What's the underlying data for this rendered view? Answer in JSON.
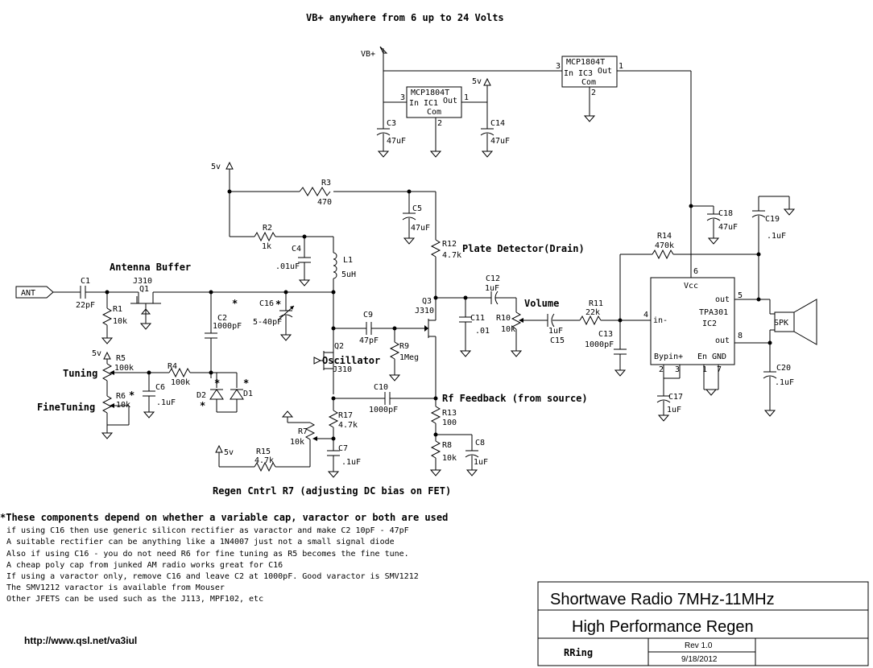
{
  "header": {
    "supply_note": "VB+ anywhere from 6 up to 24 Volts"
  },
  "power": {
    "vb_label": "VB+",
    "reg1": {
      "name": "MCP1804T",
      "pin_in": "3",
      "pin_out": "1",
      "pin_com": "2",
      "label_in": "In",
      "label_ic": "IC1",
      "label_out": "Out",
      "label_com": "Com"
    },
    "reg2": {
      "name": "MCP1804T",
      "pin_in": "3",
      "pin_out": "1",
      "pin_com": "2",
      "label_in": "In",
      "label_ic": "IC3",
      "label_out": "Out",
      "label_com": "Com"
    },
    "c3": "C3",
    "c3_val": "47uF",
    "c14": "C14",
    "c14_val": "47uF",
    "v5": "5v"
  },
  "components": {
    "r3": "R3",
    "r3_val": "470",
    "c5": "C5",
    "c5_val": "47uF",
    "r2": "R2",
    "r2_val": "1k",
    "c4": "C4",
    "c4_val": ".01uF",
    "l1": "L1",
    "l1_val": "5uH",
    "r12": "R12",
    "r12_val": "4.7k",
    "c18": "C18",
    "c18_val": "47uF",
    "c19": "C19",
    "c19_val": ".1uF",
    "r14": "R14",
    "r14_val": "470k",
    "ant": "ANT",
    "c1": "C1",
    "c1_val": "22pF",
    "q1": "Q1",
    "q1_type": "J310",
    "r1": "R1",
    "r1_val": "10k",
    "c2": "C2",
    "c2_val": "1000pF",
    "c16": "C16",
    "c16_val": "5-40pF",
    "c9": "C9",
    "c9_val": "47pF",
    "r9": "R9",
    "r9_val": "1Meg",
    "q2": "Q2",
    "q2_type": "J310",
    "q3": "Q3",
    "q3_type": "J310",
    "c12": "C12",
    "c12_val": "1uF",
    "c11": "C11",
    "c11_val": ".01",
    "r10": "R10",
    "r10_val": "10k",
    "c15": "C15",
    "c15_val": "1uF",
    "r11": "R11",
    "r11_val": "22k",
    "c13": "C13",
    "c13_val": "1000pF",
    "ic2": "IC2",
    "ic2_type": "TPA301",
    "ic2_vcc": "Vcc",
    "ic2_in": "in-",
    "ic2_out": "out",
    "ic2_bypin": "Bypin+",
    "ic2_en": "En",
    "ic2_gnd": "GND",
    "ic2_p6": "6",
    "ic2_p4": "4",
    "ic2_p5": "5",
    "ic2_p8": "8",
    "ic2_p2": "2",
    "ic2_p3": "3",
    "ic2_p1": "1",
    "ic2_p7": "7",
    "spk": "SPK",
    "c17": "C17",
    "c17_val": "1uF",
    "c20": "C20",
    "c20_val": ".1uF",
    "r5": "R5",
    "r5_val": "100k",
    "r4": "R4",
    "r4_val": "100k",
    "c6": "C6",
    "c6_val": ".1uF",
    "r6": "R6",
    "r6_val": "10k",
    "d2": "D2",
    "d1": "D1",
    "c10": "C10",
    "c10_val": "1000pF",
    "r13": "R13",
    "r13_val": "100",
    "r17": "R17",
    "r17_val": "4.7k",
    "r7": "R7",
    "r7_val": "10k",
    "c7": "C7",
    "c7_val": ".1uF",
    "r8": "R8",
    "r8_val": "10k",
    "c8": "C8",
    "c8_val": "1uF",
    "r15": "R15",
    "r15_val": "4.7k",
    "star": "*"
  },
  "labels": {
    "antenna_buffer": "Antenna Buffer",
    "plate_detector": "Plate Detector(Drain)",
    "volume": "Volume",
    "oscillator": "Oscillator",
    "tuning": "Tuning",
    "fine_tuning": "FineTuning",
    "rf_feedback": "Rf Feedback (from source)",
    "regen_ctrl": "Regen Cntrl R7 (adjusting DC bias on FET)"
  },
  "notes": {
    "heading": "*These components depend on whether a variable cap, varactor or both are used",
    "lines": [
      "if using  C16 then use generic silicon rectifier as varactor and make C2  10pF - 47pF",
      "A suitable rectifier can be anything like a 1N4007 just not a small signal diode",
      "Also if using C16 - you do not need R6 for fine tuning as R5 becomes the fine tune.",
      "A cheap poly cap from junked AM radio works great for C16",
      "If using a varactor only, remove C16 and leave C2 at 1000pF. Good varactor is SMV1212",
      "The SMV1212 varactor is available from Mouser",
      "Other JFETS can be used such as the J113, MPF102, etc"
    ]
  },
  "title_block": {
    "title": "Shortwave Radio 7MHz-11MHz",
    "subtitle": "High Performance Regen",
    "author": "RRing",
    "rev": "Rev 1.0",
    "date": "9/18/2012"
  },
  "url": "http://www.qsl.net/va3iul"
}
